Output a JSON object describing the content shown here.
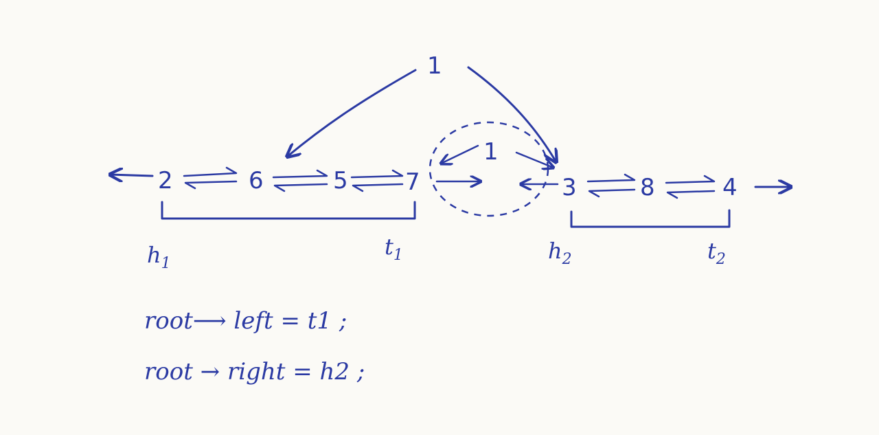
{
  "diagram": {
    "root_node": "1",
    "root_copy": "1",
    "left_list": [
      "2",
      "6",
      "5",
      "7"
    ],
    "right_list": [
      "3",
      "8",
      "4"
    ],
    "labels": {
      "h1": "h",
      "h1_sub": "1",
      "t1": "t",
      "t1_sub": "1",
      "h2": "h",
      "h2_sub": "2",
      "t2": "t",
      "t2_sub": "2"
    },
    "code": {
      "line1": "root⟶ left = t1 ;",
      "line2": "root → right = h2 ;"
    },
    "ink_color": "#2b3aa3"
  }
}
